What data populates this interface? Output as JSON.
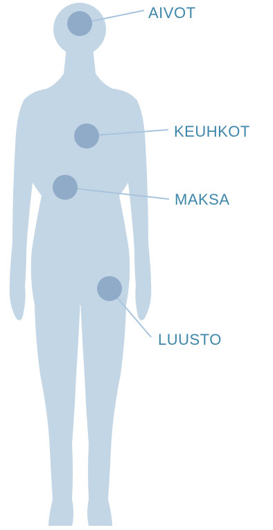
{
  "colors": {
    "body": "#c3d6e6",
    "marker": "#8fabc8",
    "leader_line": "#a9c4dc",
    "label": "#3e86aa"
  },
  "labels": {
    "brain": "AIVOT",
    "lungs": "KEUHKOT",
    "liver": "MAKSA",
    "bone": "LUUSTO"
  }
}
